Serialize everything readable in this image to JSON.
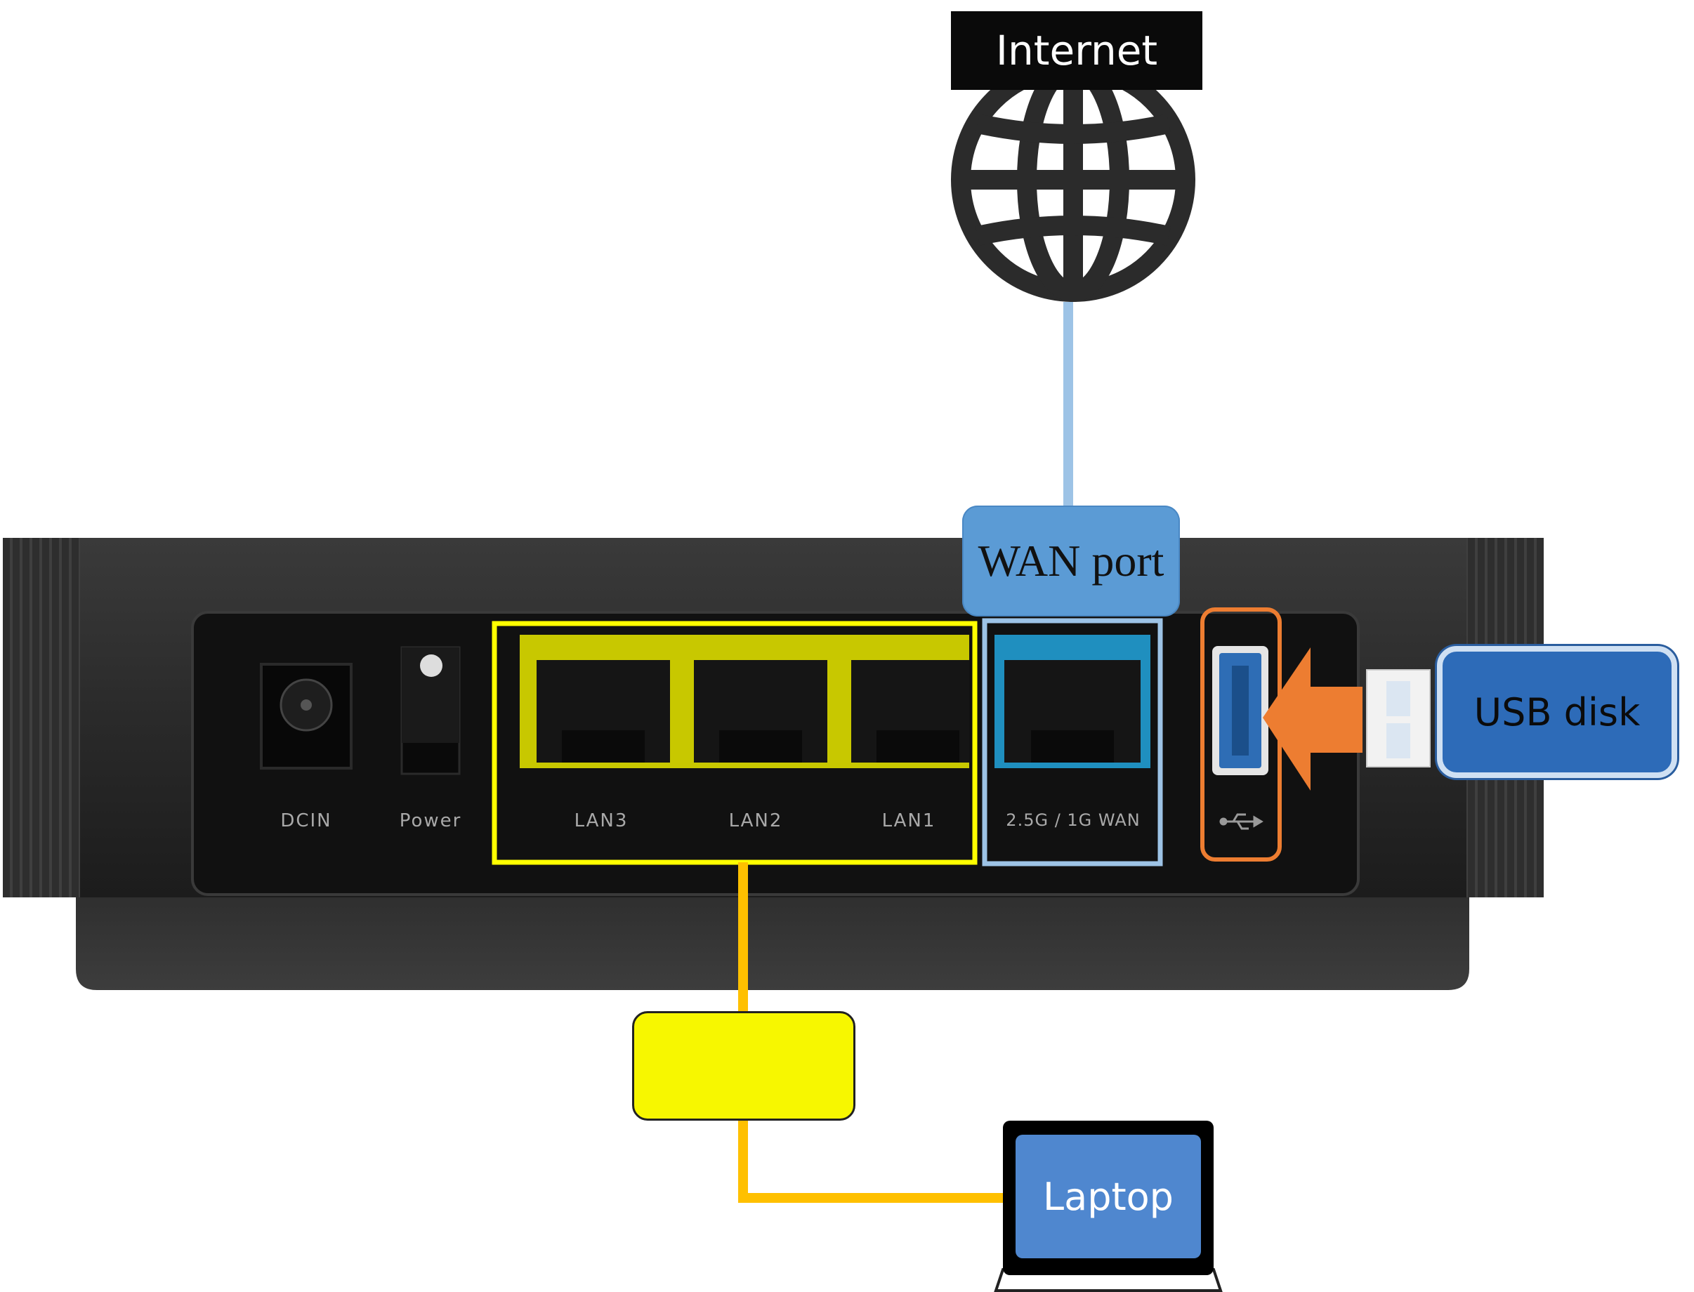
{
  "internet": {
    "label": "Internet"
  },
  "callouts": {
    "wan": "WAN port",
    "usb": "USB disk",
    "lan": "",
    "laptop": "Laptop"
  },
  "router": {
    "ports": {
      "dcin": "DCIN",
      "power": "Power",
      "lan3": "LAN3",
      "lan2": "LAN2",
      "lan1": "LAN1",
      "wan": "2.5G / 1G WAN"
    }
  },
  "colors": {
    "wan_line": "#9dc3e6",
    "lan_line": "#ffc000",
    "lan_highlight": "#ffff00",
    "wan_highlight": "#9dc3e6",
    "usb_highlight": "#ed7d31",
    "usb_arrow": "#ed7d31"
  },
  "icons": [
    "globe-icon",
    "usb-symbol-icon",
    "arrow-left-icon",
    "usb-stick-icon",
    "laptop-icon"
  ]
}
